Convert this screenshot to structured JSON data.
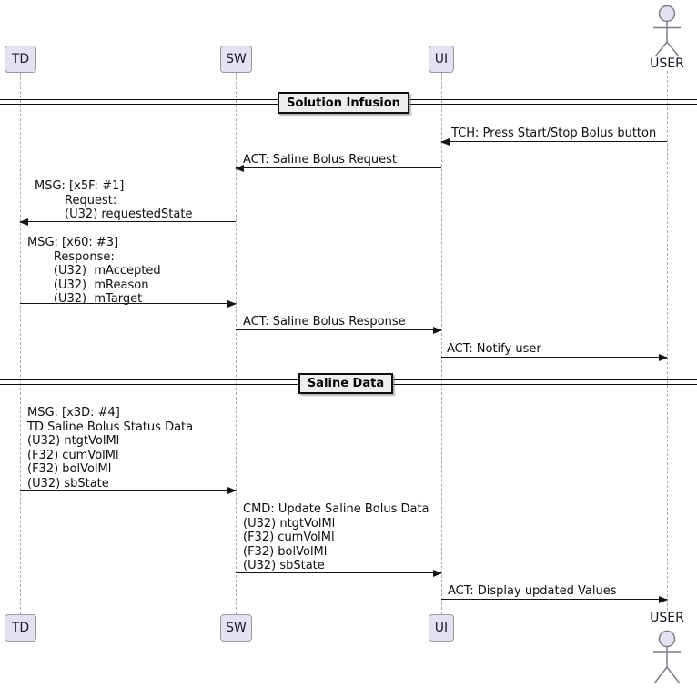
{
  "participants": [
    {
      "id": "TD",
      "label": "TD",
      "type": "participant"
    },
    {
      "id": "SW",
      "label": "SW",
      "type": "participant"
    },
    {
      "id": "UI",
      "label": "UI",
      "type": "participant"
    },
    {
      "id": "USER",
      "label": "USER",
      "type": "actor"
    }
  ],
  "dividers": [
    {
      "label": "Solution Infusion"
    },
    {
      "label": "Saline Data"
    }
  ],
  "messages": [
    {
      "from": "USER",
      "to": "UI",
      "text": "TCH: Press Start/Stop Bolus button"
    },
    {
      "from": "UI",
      "to": "SW",
      "text": "ACT: Saline Bolus Request"
    },
    {
      "from": "SW",
      "to": "TD",
      "text": "MSG: [x5F: #1]\n        Request:\n        (U32) requestedState"
    },
    {
      "from": "TD",
      "to": "SW",
      "text": "MSG: [x60: #3]\n       Response:\n       (U32)  mAccepted\n       (U32)  mReason\n       (U32)  mTarget"
    },
    {
      "from": "SW",
      "to": "UI",
      "text": "ACT: Saline Bolus Response"
    },
    {
      "from": "UI",
      "to": "USER",
      "text": "ACT: Notify user"
    },
    {
      "from": "TD",
      "to": "SW",
      "text": "MSG: [x3D: #4]\nTD Saline Bolus Status Data\n(U32) ntgtVolMl\n(F32) cumVolMl\n(F32) bolVolMl\n(U32) sbState"
    },
    {
      "from": "SW",
      "to": "UI",
      "text": "CMD: Update Saline Bolus Data\n(U32) ntgtVolMl\n(F32) cumVolMl\n(F32) bolVolMl\n(U32) sbState"
    },
    {
      "from": "UI",
      "to": "USER",
      "text": "ACT: Display updated Values"
    }
  ],
  "colors": {
    "participant_fill": "#E2E2F0",
    "participant_border": "#9898A8",
    "divider_fill": "#EEEEEE",
    "divider_border": "#0F0F0F",
    "arrow": "#141414",
    "lifeline": "#A9A9A9",
    "actor_line": "#7D7D88",
    "background": "#FFFFFF"
  }
}
